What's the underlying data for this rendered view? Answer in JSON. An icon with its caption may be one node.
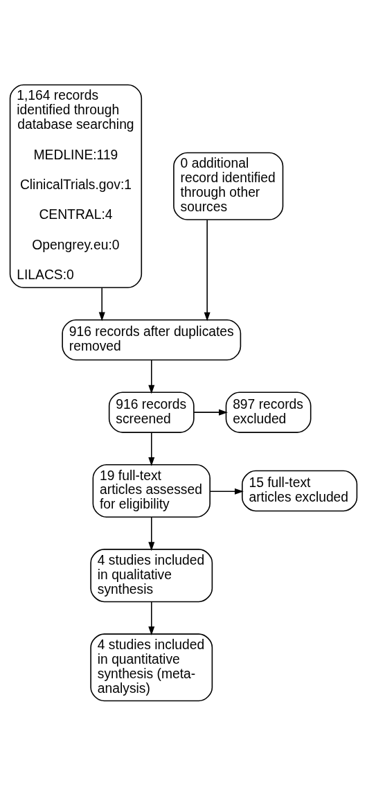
{
  "diagram": {
    "nodes": [
      {
        "text": [
          "1,164 records identified through database searching",
          "MEDLINE:119",
          "ClinicalTrials.gov:1",
          "CENTRAL:4",
          "Opengrey.eu:0",
          "LILACS:0"
        ]
      },
      {
        "text": [
          "0 additional record identified through other sources"
        ]
      },
      {
        "text": [
          "916 records after duplicates removed"
        ]
      },
      {
        "text": [
          "916 records screened"
        ]
      },
      {
        "text": [
          "897 records excluded"
        ]
      },
      {
        "text": [
          "19 full-text articles assessed for eligibility"
        ]
      },
      {
        "text": [
          "15 full-text articles excluded"
        ]
      },
      {
        "text": [
          "4 studies included in qualitative synthesis"
        ]
      },
      {
        "text": [
          "4 studies included in quantitative synthesis (meta-analysis)"
        ]
      }
    ],
    "edges": [
      {
        "from": 0,
        "to": 2,
        "arrow": "to"
      },
      {
        "from": 1,
        "to": 2,
        "arrow": "to"
      },
      {
        "from": 2,
        "to": 3,
        "arrow": "to"
      },
      {
        "from": 3,
        "to": 4,
        "arrow": "to"
      },
      {
        "from": 3,
        "to": 5,
        "arrow": "to"
      },
      {
        "from": 5,
        "to": 6,
        "arrow": "to"
      },
      {
        "from": 5,
        "to": 7,
        "arrow": "to"
      },
      {
        "from": 7,
        "to": 8,
        "arrow": "to"
      }
    ]
  }
}
